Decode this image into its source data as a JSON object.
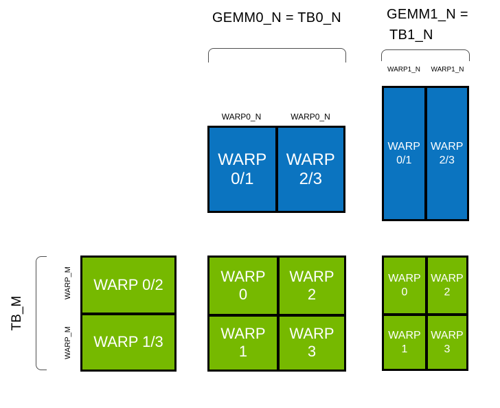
{
  "colors": {
    "blue": "#0b74c0",
    "green": "#76b900",
    "box_border": "#000000",
    "bracket_line": "#4d4d4d",
    "cell_text": "#ffffff",
    "label_text": "#000000"
  },
  "header": {
    "gemm0": "GEMM0_N = TB0_N",
    "gemm1_line1": "GEMM1_N =",
    "gemm1_line2": "TB1_N"
  },
  "side": {
    "tb_m": "TB_M",
    "warp_m_row0": "WARP_M",
    "warp_m_row1": "WARP_M"
  },
  "column_labels": {
    "warp0_n_left": "WARP0_N",
    "warp0_n_right": "WARP0_N",
    "warp1_n_left": "WARP1_N",
    "warp1_n_right": "WARP1_N"
  },
  "boxes": {
    "gemm0_warp_cols": {
      "cells": [
        {
          "line1": "WARP",
          "line2": "0/1"
        },
        {
          "line1": "WARP",
          "line2": "2/3"
        }
      ]
    },
    "gemm1_warp_cols": {
      "cells": [
        {
          "line1": "WARP",
          "line2": "0/1"
        },
        {
          "line1": "WARP",
          "line2": "2/3"
        }
      ]
    },
    "tb_m_rows": {
      "rows": [
        "WARP 0/2",
        "WARP 1/3"
      ]
    },
    "gemm0_warp_grid": {
      "cells": [
        {
          "line1": "WARP",
          "line2": "0"
        },
        {
          "line1": "WARP",
          "line2": "2"
        },
        {
          "line1": "WARP",
          "line2": "1"
        },
        {
          "line1": "WARP",
          "line2": "3"
        }
      ]
    },
    "gemm1_warp_grid": {
      "cells": [
        {
          "line1": "WARP",
          "line2": "0"
        },
        {
          "line1": "WARP",
          "line2": "2"
        },
        {
          "line1": "WARP",
          "line2": "1"
        },
        {
          "line1": "WARP",
          "line2": "3"
        }
      ]
    }
  }
}
